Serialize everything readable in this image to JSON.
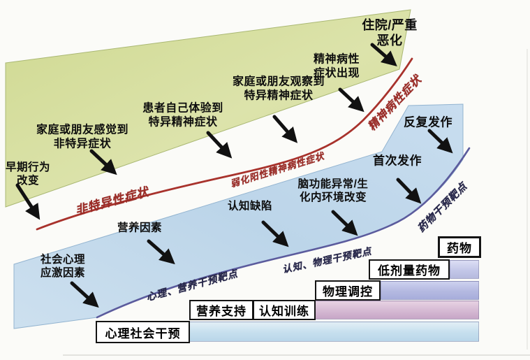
{
  "figure_type": "staged-progression-intervention-diagram",
  "colors": {
    "background": "#fbfbf8",
    "green_band_top": "#e1e7b6",
    "green_band_bottom": "#c8d482",
    "blue_band_top": "#cfe2f0",
    "blue_band_bottom": "#b2cde4",
    "red_curve": "#a8322c",
    "purple_curve": "#5b5b9d",
    "arrow": "#111111",
    "red_label": "#9c2d28",
    "navy_label": "#26264a",
    "bar_low_dose": "#c3c7e8",
    "bar_physical": "#b4b9e1",
    "bar_cognitive": "#d5b9d3",
    "bar_psychosocial": "#c6dfee"
  },
  "stage_labels": [
    {
      "id": "early-behavior-change",
      "lines": [
        "早期行为",
        "改变"
      ]
    },
    {
      "id": "family-feels-nonspecific",
      "lines": [
        "家庭或朋友感觉到",
        "非特异症状"
      ]
    },
    {
      "id": "patient-experiences-specific",
      "lines": [
        "患者自己体验到",
        "特异精神症状"
      ]
    },
    {
      "id": "family-observes-specific",
      "lines": [
        "家庭或朋友观察到",
        "特异精神症状"
      ]
    },
    {
      "id": "psychotic-symptoms-appear",
      "lines": [
        "精神病性",
        "症状出现"
      ]
    },
    {
      "id": "hospitalization-deterioration",
      "lines": [
        "住院/严重",
        "恶化"
      ]
    },
    {
      "id": "relapse",
      "lines": [
        "反复发作"
      ]
    },
    {
      "id": "first-episode",
      "lines": [
        "首次发作"
      ]
    },
    {
      "id": "brain-dysfunction",
      "lines": [
        "脑功能异常/生",
        "化内环境改变"
      ]
    },
    {
      "id": "cognitive-deficit",
      "lines": [
        "认知缺陷"
      ]
    },
    {
      "id": "nutrition-factors",
      "lines": [
        "营养因素"
      ]
    },
    {
      "id": "psychosocial-stress",
      "lines": [
        "社会心理",
        "应激因素"
      ]
    }
  ],
  "curve_labels": [
    {
      "id": "nonspecific-symptoms",
      "text": "非特异性症状"
    },
    {
      "id": "attenuated-positive-psychotic-symptoms",
      "text": "弱化阳性精神病性症状"
    },
    {
      "id": "psychotic-symptoms",
      "text": "精神病性症状"
    },
    {
      "id": "psych-nutrition-intervention-target",
      "text": "心理、营养干预靶点"
    },
    {
      "id": "cognitive-physical-intervention-target",
      "text": "认知、物理干预靶点"
    },
    {
      "id": "drug-intervention-target",
      "text": "药物干预靶点"
    }
  ],
  "interventions": [
    {
      "id": "drug",
      "label": "药物"
    },
    {
      "id": "low-dose-drug",
      "label": "低剂量药物"
    },
    {
      "id": "physical-regulation",
      "label": "物理调控"
    },
    {
      "id": "nutrition-support",
      "label": "营养支持"
    },
    {
      "id": "cognitive-training",
      "label": "认知训练"
    },
    {
      "id": "psychosocial-intervention",
      "label": "心理社会干预"
    }
  ]
}
